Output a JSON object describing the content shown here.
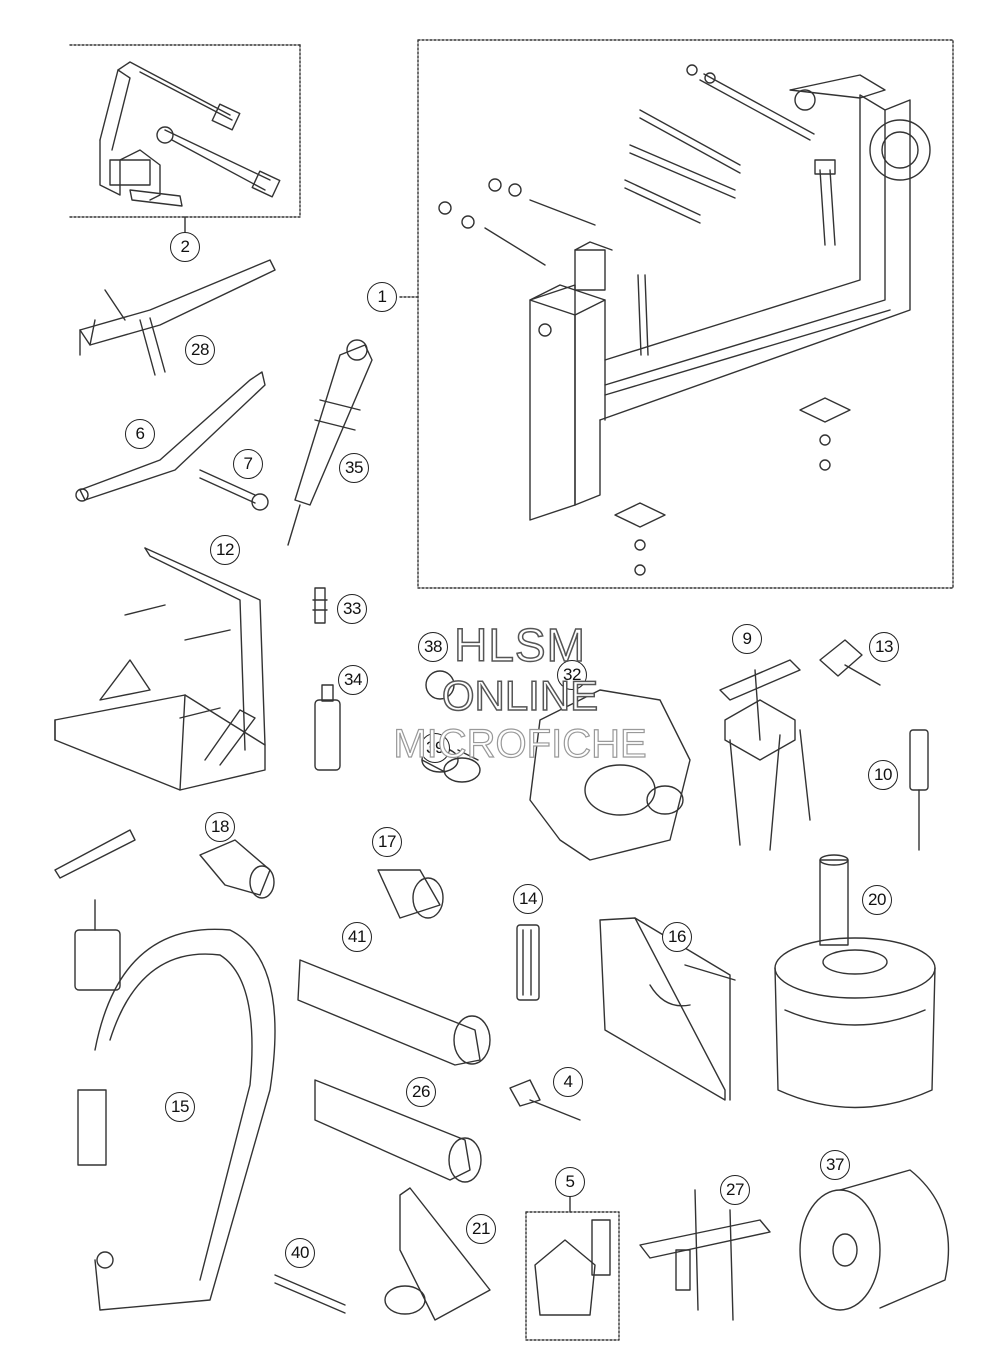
{
  "diagram": {
    "callouts": [
      {
        "id": "c1",
        "label": "1"
      },
      {
        "id": "c2",
        "label": "2"
      },
      {
        "id": "c4",
        "label": "4"
      },
      {
        "id": "c5",
        "label": "5"
      },
      {
        "id": "c6",
        "label": "6"
      },
      {
        "id": "c7",
        "label": "7"
      },
      {
        "id": "c9",
        "label": "9"
      },
      {
        "id": "c10",
        "label": "10"
      },
      {
        "id": "c12",
        "label": "12"
      },
      {
        "id": "c13",
        "label": "13"
      },
      {
        "id": "c14",
        "label": "14"
      },
      {
        "id": "c15",
        "label": "15"
      },
      {
        "id": "c16",
        "label": "16"
      },
      {
        "id": "c17",
        "label": "17"
      },
      {
        "id": "c18",
        "label": "18"
      },
      {
        "id": "c20",
        "label": "20"
      },
      {
        "id": "c21",
        "label": "21"
      },
      {
        "id": "c26",
        "label": "26"
      },
      {
        "id": "c27",
        "label": "27"
      },
      {
        "id": "c28",
        "label": "28"
      },
      {
        "id": "c32",
        "label": "32"
      },
      {
        "id": "c33",
        "label": "33"
      },
      {
        "id": "c34",
        "label": "34"
      },
      {
        "id": "c35",
        "label": "35"
      },
      {
        "id": "c37",
        "label": "37"
      },
      {
        "id": "c38",
        "label": "38"
      },
      {
        "id": "c39",
        "label": "39"
      },
      {
        "id": "c40",
        "label": "40"
      },
      {
        "id": "c41",
        "label": "41"
      }
    ]
  },
  "watermark": {
    "line1": "HLSM",
    "line2": "ONLINE",
    "line3": "MICROFICHE"
  },
  "colors": {
    "line": "#333333",
    "callout_border": "#222222",
    "background": "#ffffff"
  }
}
